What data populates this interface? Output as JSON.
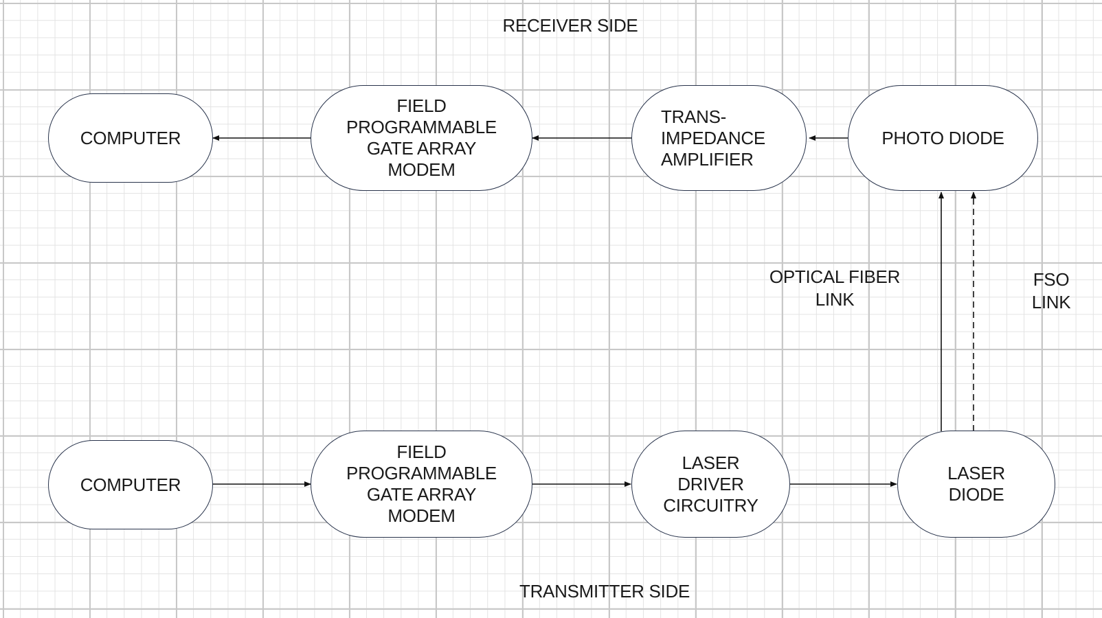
{
  "diagram": {
    "receiver_title": "RECEIVER SIDE",
    "transmitter_title": "TRANSMITTER SIDE",
    "receiver": {
      "computer": "COMPUTER",
      "fpga": "FIELD\nPROGRAMMABLE\nGATE ARRAY\nMODEM",
      "amplifier": "TRANS-\nIMPEDANCE\nAMPLIFIER",
      "photodiode": "PHOTO DIODE"
    },
    "transmitter": {
      "computer": "COMPUTER",
      "fpga": "FIELD\nPROGRAMMABLE\nGATE ARRAY\nMODEM",
      "driver": "LASER\nDRIVER\nCIRCUITRY",
      "laser": "LASER\nDIODE"
    },
    "links": {
      "fiber": "OPTICAL FIBER\nLINK",
      "fso": "FSO\nLINK"
    },
    "colors": {
      "outline": "#27324a",
      "arrow": "#111111"
    }
  }
}
